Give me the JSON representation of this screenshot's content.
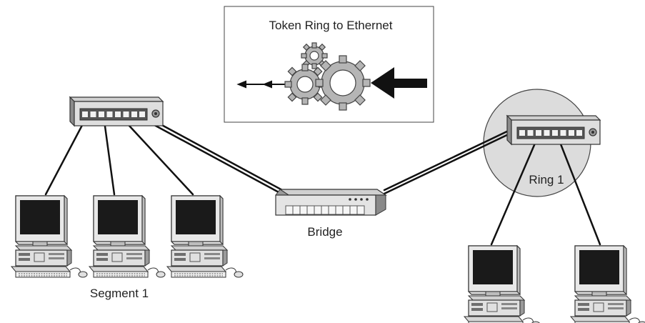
{
  "diagram": {
    "callout": {
      "title": "Token Ring to Ethernet"
    },
    "labels": {
      "bridge": "Bridge",
      "segment": "Segment 1",
      "ring": "Ring 1"
    },
    "nodes": {
      "left_hub": {
        "type": "hub",
        "ports": 8
      },
      "right_hub": {
        "type": "hub",
        "ports": 8
      },
      "bridge": {
        "type": "bridge"
      },
      "segment_computers": 3,
      "ring_computers": 2
    },
    "connections": [
      [
        "left-hub",
        "computer-1"
      ],
      [
        "left-hub",
        "computer-2"
      ],
      [
        "left-hub",
        "computer-3"
      ],
      [
        "left-hub",
        "bridge"
      ],
      [
        "bridge",
        "right-hub"
      ],
      [
        "right-hub",
        "computer-4"
      ],
      [
        "right-hub",
        "computer-5"
      ]
    ],
    "colors": {
      "ring_fill": "#dcdcdc",
      "device_light": "#e2e2e2",
      "device_mid": "#bdbdbd",
      "device_dark": "#6e6e6e",
      "screen": "#1a1a1a",
      "gear": "#b5b5b5",
      "line": "#111111"
    },
    "icons": [
      "gear-icon",
      "arrow-icon",
      "hub-icon",
      "bridge-icon",
      "computer-icon"
    ]
  }
}
